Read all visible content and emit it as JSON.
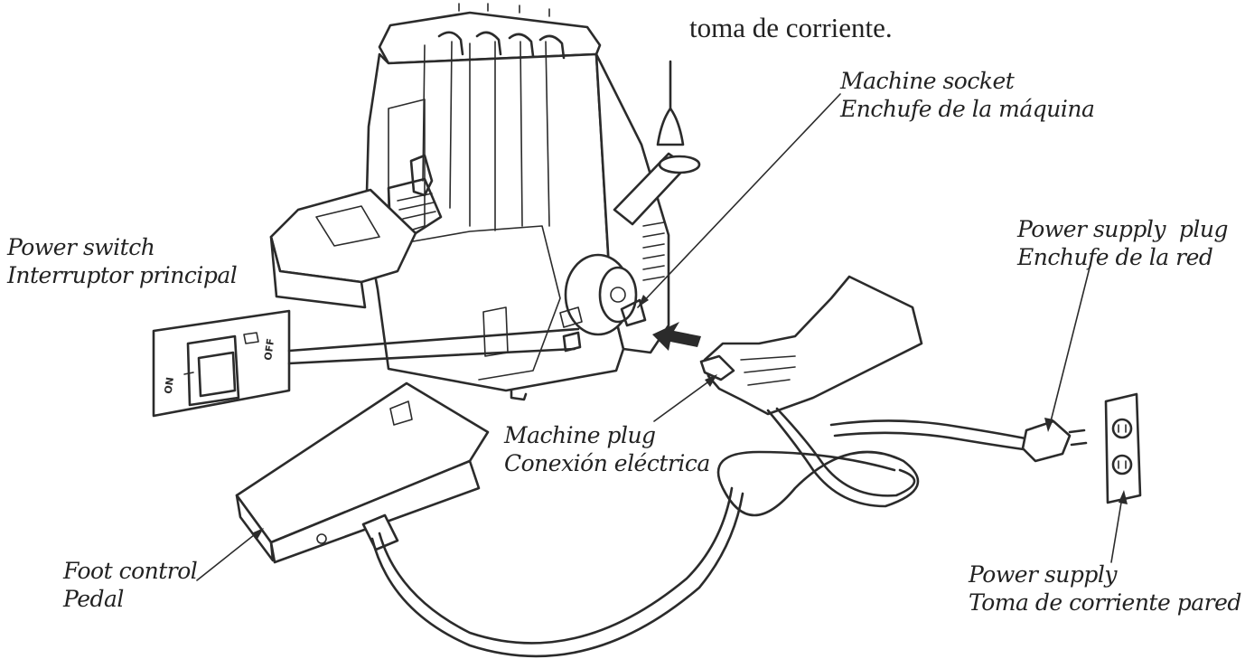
{
  "header": {
    "line_top": "toma de corriente.",
    "line_left": "",
    "line_above": ""
  },
  "labels": {
    "machine_socket": {
      "en": "Machine socket",
      "es": "Enchufe de la máquina"
    },
    "power_supply_plug": {
      "en": "Power supply  plug",
      "es": "Enchufe de la red"
    },
    "power_switch": {
      "en": "Power switch",
      "es": "Interruptor principal"
    },
    "machine_plug": {
      "en": "Machine plug",
      "es": "Conexión eléctrica"
    },
    "foot_control": {
      "en": "Foot control",
      "es": "Pedal"
    },
    "power_supply": {
      "en": "Power supply",
      "es": "Toma de corriente pared"
    }
  },
  "switch_marks": {
    "on": "ON",
    "off": "OFF"
  },
  "colors": {
    "ink": "#2b2b2b",
    "paper": "#ffffff"
  }
}
